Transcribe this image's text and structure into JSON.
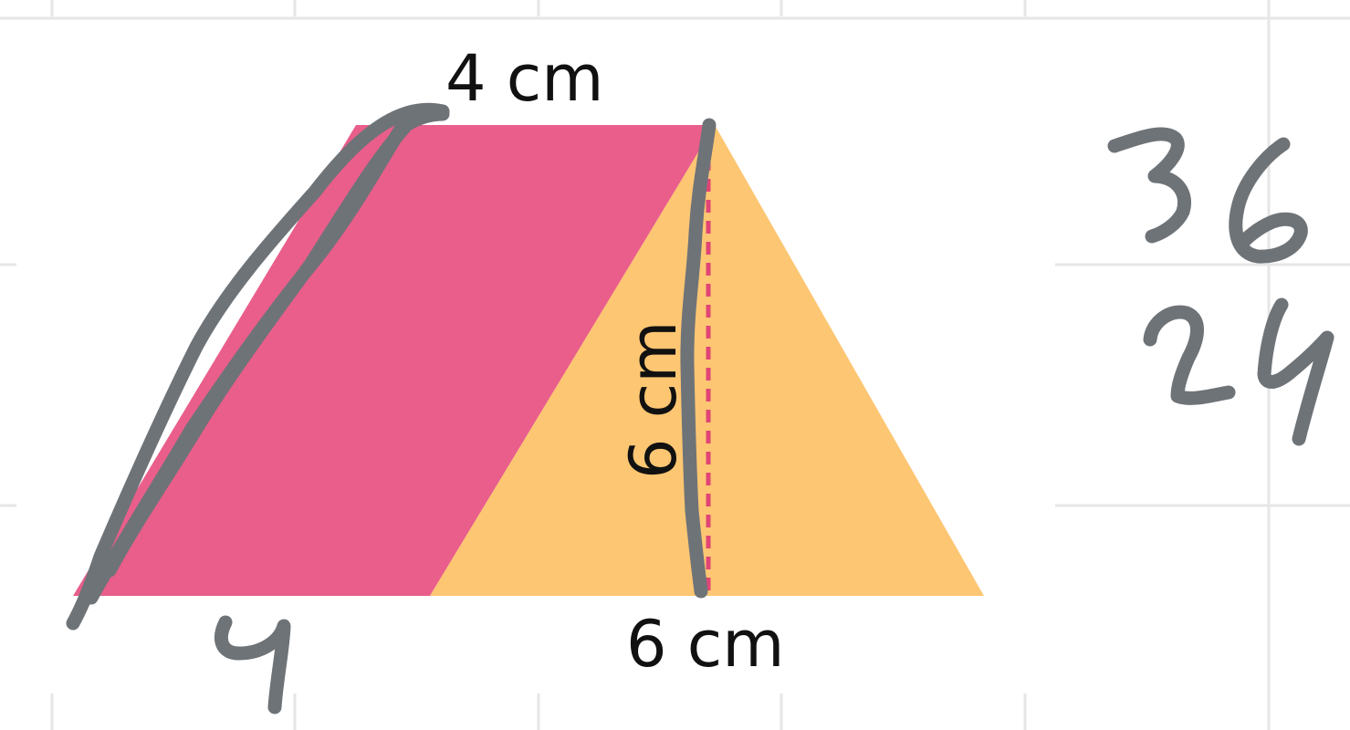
{
  "diagram": {
    "top_label": "4 cm",
    "height_label": "6 cm",
    "base_label": "6 cm"
  },
  "handwriting": {
    "left_base_note": "4",
    "fraction_top": "36",
    "fraction_bottom": "24"
  },
  "colors": {
    "parallelogram": "#E95E8A",
    "triangle": "#FDC672",
    "height_line": "#E04576",
    "ink": "#6E7378",
    "grid": "#E6E6E6",
    "text": "#111111"
  }
}
